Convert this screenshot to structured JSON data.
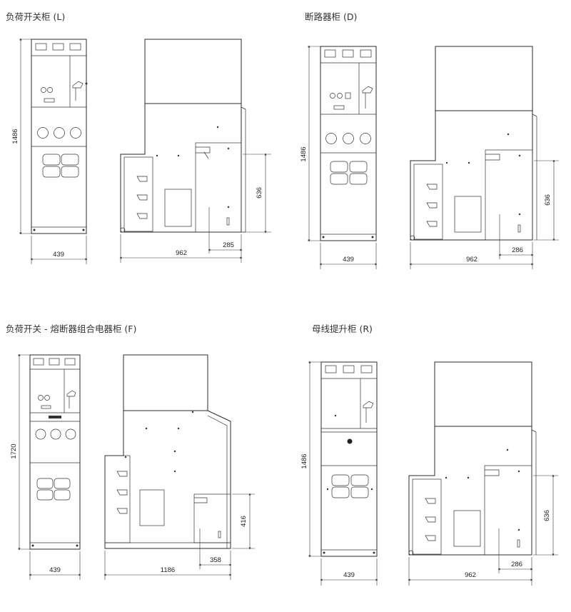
{
  "panels": {
    "L": {
      "title": "负荷开关柜 (L)",
      "height": "1486",
      "width": "439",
      "depth": "962",
      "rear": "285",
      "rear_height": "636"
    },
    "D": {
      "title": "断路器柜 (D)",
      "height": "1486",
      "width": "439",
      "depth": "962",
      "rear": "286",
      "rear_height": "636"
    },
    "F": {
      "title": "负荷开关 - 熔断器组合电器柜 (F)",
      "height": "1720",
      "width": "439",
      "depth": "1186",
      "rear": "358",
      "rear_height": "416"
    },
    "R": {
      "title": "母线提升柜 (R)",
      "height": "1486",
      "width": "439",
      "depth": "962",
      "rear": "286",
      "rear_height": "636"
    }
  }
}
